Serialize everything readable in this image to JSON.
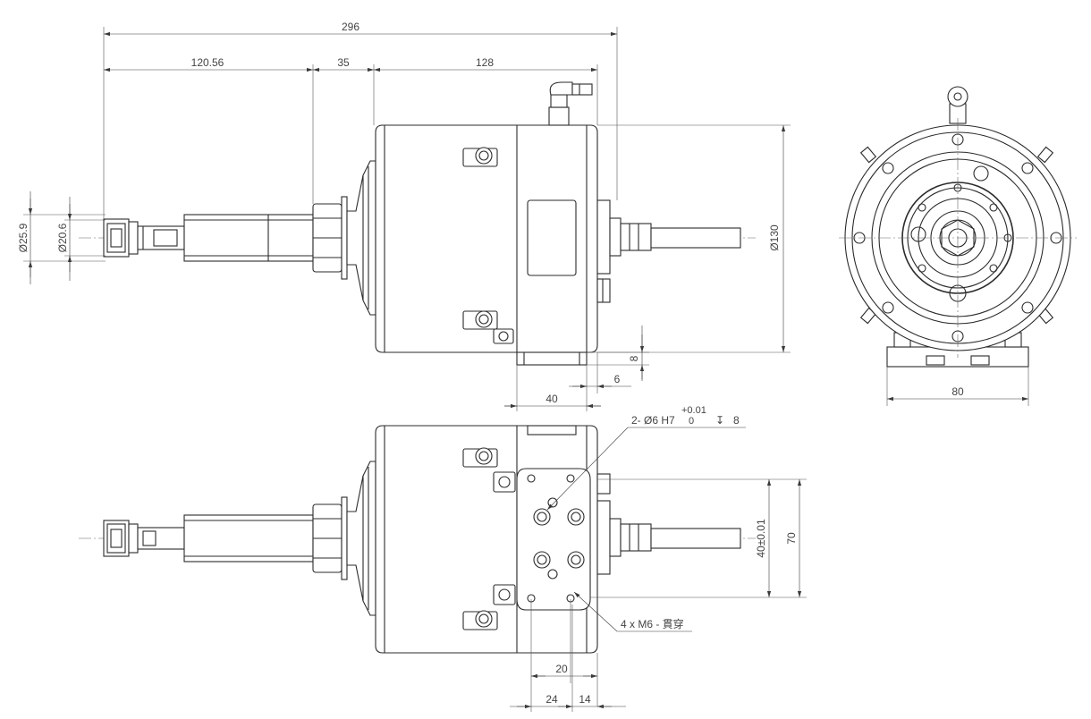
{
  "dimensions": {
    "overall_length": "296",
    "shaft_length": "120.56",
    "flange_length": "35",
    "body_length": "128",
    "collet_outer_dia": "Ø25.9",
    "collet_inner_dia": "Ø20.6",
    "body_dia": "Ø130",
    "base_width": "40",
    "base_offset": "6",
    "base_height": "8",
    "end_view_width": "80",
    "mount_hole_spacing": "40±0.01",
    "mount_plate_height": "70",
    "hole_spacing_horizontal": "20",
    "plate_offset_a": "24",
    "plate_offset_b": "14"
  },
  "callouts": {
    "dowel_holes": "2- Ø6 H7",
    "tolerance_upper": "+0.01",
    "tolerance_lower": "0",
    "depth_symbol": "↧",
    "depth_value": "8",
    "thread_holes": "4 x M6 - 貫穿"
  }
}
